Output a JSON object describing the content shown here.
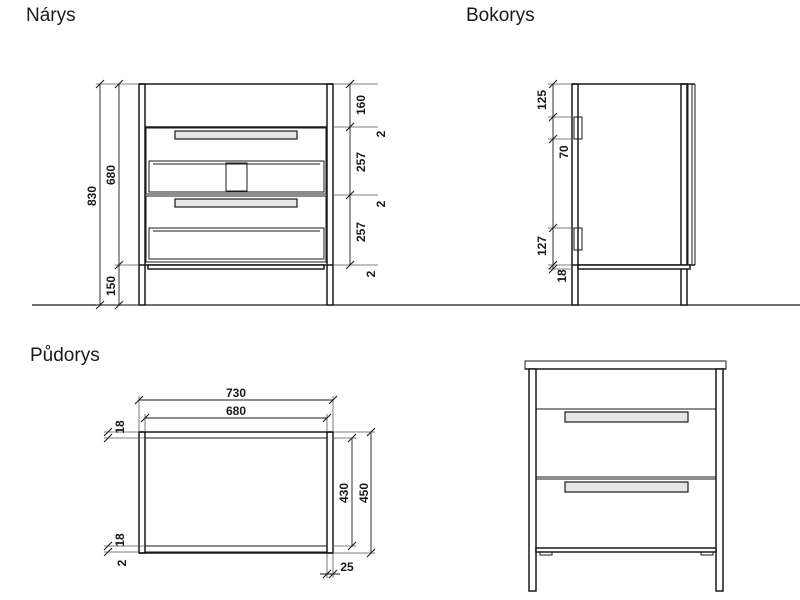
{
  "views": {
    "front": {
      "title": "Nárys"
    },
    "side": {
      "title": "Bokorys"
    },
    "plan": {
      "title": "Půdorys"
    }
  },
  "dimensions": {
    "front": {
      "total_height": "830",
      "body_height": "680",
      "leg_height": "150",
      "top_panel": "160",
      "drawer_1": "257",
      "drawer_2": "257",
      "gap_1": "2",
      "gap_2": "2",
      "gap_3": "2"
    },
    "side": {
      "top_offset": "125",
      "handle_height": "70",
      "lower_height": "127",
      "base_height": "18"
    },
    "plan": {
      "outer_width": "730",
      "inner_width": "680",
      "top_thickness": "18",
      "bottom_thickness": "18",
      "bottom_gap": "2",
      "inner_depth": "430",
      "outer_depth": "450",
      "side_offset": "25"
    }
  }
}
